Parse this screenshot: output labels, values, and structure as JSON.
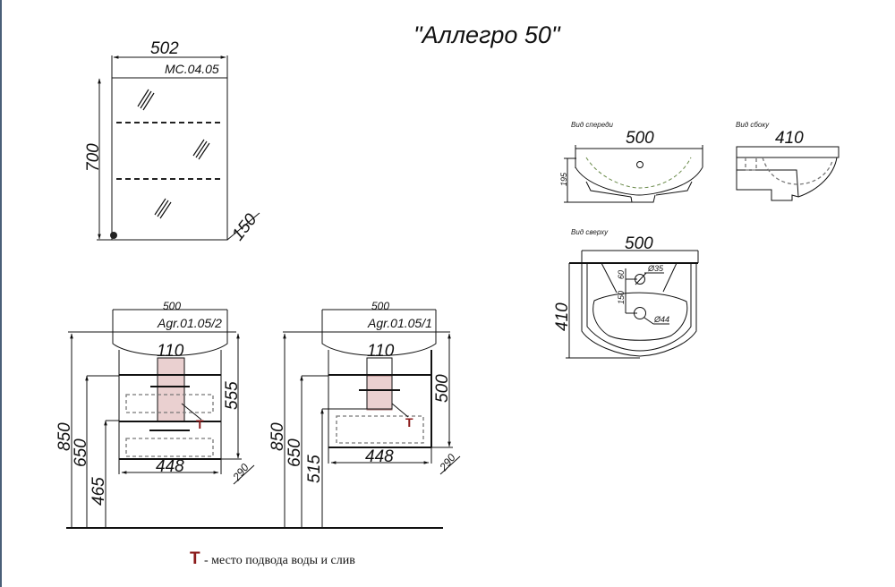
{
  "title": "\"Аллегро 50\"",
  "mirror": {
    "model": "MC.04.05",
    "width": "502",
    "height": "700",
    "depth": "150"
  },
  "basin_views": {
    "front": {
      "label": "Вид спереди",
      "width": "500",
      "height": "195"
    },
    "side": {
      "label": "Вид сбоку",
      "depth": "410"
    },
    "top": {
      "label": "Вид сверху",
      "width": "500",
      "depth": "410",
      "offset_1": "60",
      "offset_2": "150",
      "hole_1": "Ø35",
      "hole_2": "Ø44"
    }
  },
  "cabinet_2": {
    "model": "Agr.01.05/2",
    "top_width": "500",
    "cutout": "110",
    "height_total": "850",
    "height_650": "650",
    "height_465": "465",
    "body_height": "555",
    "body_width": "448",
    "depth": "290"
  },
  "cabinet_1": {
    "model": "Agr.01.05/1",
    "top_width": "500",
    "cutout": "110",
    "height_total": "850",
    "height_650": "650",
    "height_515": "515",
    "body_height": "500",
    "body_width": "448",
    "depth": "290"
  },
  "legend": {
    "symbol": "T",
    "text": "- место подвода воды и слив",
    "symbol_color": "#8b1a1a"
  },
  "colors": {
    "connection_zone": "#e8c8c8",
    "outline": "#111111"
  }
}
